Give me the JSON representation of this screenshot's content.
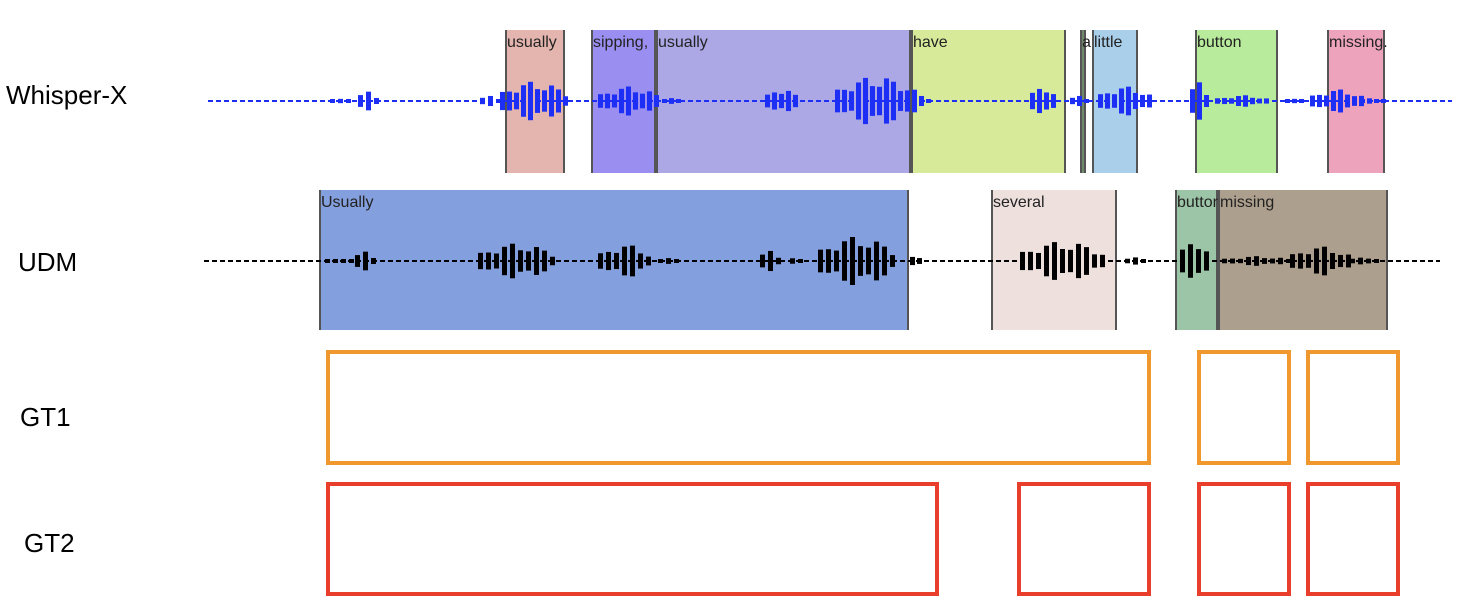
{
  "rows": {
    "whisper": "Whisper-X",
    "udm": "UDM",
    "gt1": "GT1",
    "gt2": "GT2"
  },
  "whisper_segments": [
    {
      "label": "usually",
      "color": "#e4b5ae"
    },
    {
      "label": "sipping,",
      "color": "#9a8ff1"
    },
    {
      "label": "usually",
      "color": "#aca8e6"
    },
    {
      "label": "have",
      "color": "#d6ea9a"
    },
    {
      "label": "a",
      "color": "#6f8a6a"
    },
    {
      "label": "little",
      "color": "#a9cfea"
    },
    {
      "label": "button",
      "color": "#b8ec9c"
    },
    {
      "label": "missing.",
      "color": "#eea3bd"
    }
  ],
  "udm_segments": [
    {
      "label": "Usually",
      "color": "#849fdd"
    },
    {
      "label": "several",
      "color": "#ede0dd"
    },
    {
      "label": "button",
      "color": "#9cc4a6"
    },
    {
      "label": "missing",
      "color": "#ad9f8d"
    }
  ],
  "gt1_box_count": 3,
  "gt2_box_count": 4,
  "colors": {
    "whisper_wave": "#1d2ff5",
    "udm_wave": "#000000",
    "gt1": "#f0982e",
    "gt2": "#e83e2b"
  }
}
